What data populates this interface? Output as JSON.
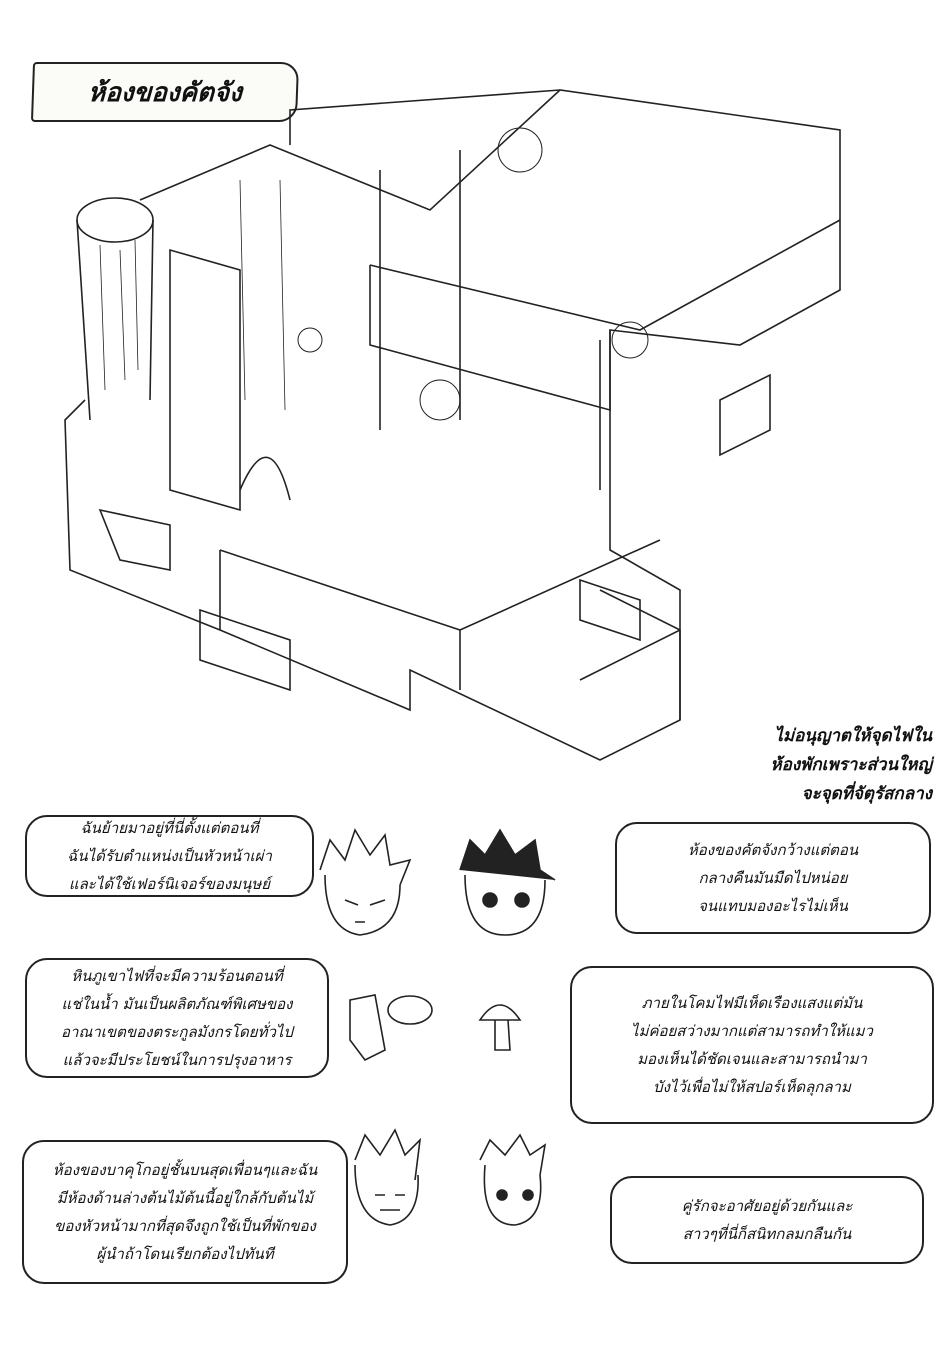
{
  "title": "ห้องของคัตจัง",
  "note": {
    "lines": [
      "ไม่อนุญาตให้จุดไฟใน",
      "ห้องพักเพราะส่วนใหญ่",
      "จะจุดที่จัตุรัสกลาง"
    ]
  },
  "bubbles": [
    {
      "lines": [
        "ฉันย้ายมาอยู่ที่นี่ตั้งแต่ตอนที่",
        "ฉันได้รับตำแหน่งเป็นหัวหน้าเผ่า",
        "และได้ใช้เฟอร์นิเจอร์ของมนุษย์"
      ]
    },
    {
      "lines": [
        "ห้องของคัตจังกว้างแต่ตอน",
        "กลางคืนมันมืดไปหน่อย",
        "จนแทบมองอะไรไม่เห็น"
      ]
    },
    {
      "lines": [
        "หินภูเขาไฟที่จะมีความร้อนตอนที่",
        "แช่ในน้ำ มันเป็นผลิตภัณฑ์พิเศษของ",
        "อาณาเขตของตระกูลมังกรโดยทั่วไป",
        "แล้วจะมีประโยชน์ในการปรุงอาหาร"
      ]
    },
    {
      "lines": [
        "ภายในโคมไฟมีเห็ดเรืองแสงแต่มัน",
        "ไม่ค่อยสว่างมากแต่สามารถทำให้แมว",
        "มองเห็นได้ชัดเจนและสามารถนำมา",
        "บังไว้เพื่อไม่ให้สปอร์เห็ดลุกลาม"
      ]
    },
    {
      "lines": [
        "ห้องของบาคุโกอยู่ชั้นบนสุดเพื่อนๆและฉัน",
        "มีห้องด้านล่างต้นไม้ต้นนี้อยู่ใกล้กับต้นไม้",
        "ของหัวหน้ามากที่สุดจึงถูกใช้เป็นที่พักของ",
        "ผู้นำถ้าโดนเรียกต้องไปทันที"
      ]
    },
    {
      "lines": [
        "คู่รักจะอาศัยอยู่ด้วยกันและ",
        "สาวๆที่นี่ก็สนิทกลมกลืนกัน"
      ]
    }
  ]
}
